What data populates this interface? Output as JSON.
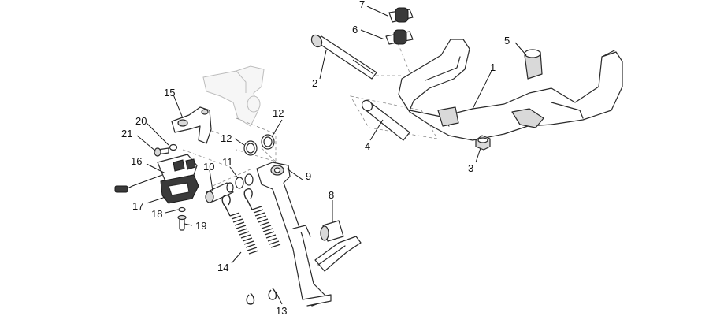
{
  "callouts": [
    {
      "id": "c1",
      "label": "1"
    },
    {
      "id": "c2",
      "label": "2"
    },
    {
      "id": "c3",
      "label": "3"
    },
    {
      "id": "c4",
      "label": "4"
    },
    {
      "id": "c5",
      "label": "5"
    },
    {
      "id": "c6",
      "label": "6"
    },
    {
      "id": "c7",
      "label": "7"
    },
    {
      "id": "c8",
      "label": "8"
    },
    {
      "id": "c9",
      "label": "9"
    },
    {
      "id": "c10",
      "label": "10"
    },
    {
      "id": "c11",
      "label": "11"
    },
    {
      "id": "c12a",
      "label": "12"
    },
    {
      "id": "c12b",
      "label": "12"
    },
    {
      "id": "c13",
      "label": "13"
    },
    {
      "id": "c14",
      "label": "14"
    },
    {
      "id": "c15",
      "label": "15"
    },
    {
      "id": "c16",
      "label": "16"
    },
    {
      "id": "c17",
      "label": "17"
    },
    {
      "id": "c18",
      "label": "18"
    },
    {
      "id": "c19",
      "label": "19"
    },
    {
      "id": "c20",
      "label": "20"
    },
    {
      "id": "c21",
      "label": "21"
    }
  ],
  "colors": {
    "line": "#2a2a2a",
    "shade": "#d9d9d9",
    "ghost": "#bdbdbd",
    "background": "#ffffff"
  }
}
